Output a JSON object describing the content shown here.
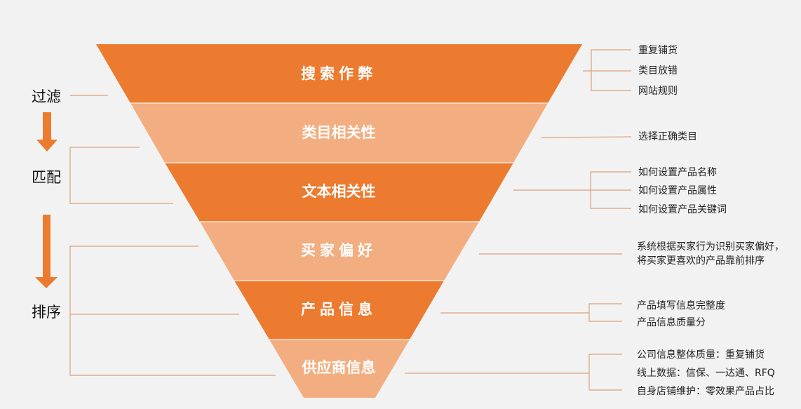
{
  "colors": {
    "background": "#f2f2f2",
    "dark_orange": "#ec7b30",
    "light_orange": "#f2ae80",
    "connector": "#d9a27c",
    "band_text": "#ffffff"
  },
  "funnel": {
    "bands": [
      {
        "label": "搜索作弊",
        "color": "#ec7b30"
      },
      {
        "label": "类目相关性",
        "color": "#f2ae80"
      },
      {
        "label": "文本相关性",
        "color": "#ec7b30"
      },
      {
        "label": "买家偏好",
        "color": "#f2ae80"
      },
      {
        "label": "产品信息",
        "color": "#ec7b30"
      },
      {
        "label": "供应商信息",
        "color": "#f2ae80"
      }
    ]
  },
  "stages": [
    {
      "label": "过滤"
    },
    {
      "label": "匹配"
    },
    {
      "label": "排序"
    }
  ],
  "notes": {
    "cheating": [
      "重复铺货",
      "类目放错",
      "网站规则"
    ],
    "category": [
      "选择正确类目"
    ],
    "text": [
      "如何设置产品名称",
      "如何设置产品属性",
      "如何设置产品关键词"
    ],
    "buyer": [
      "系统根据买家行为识别买家偏好，",
      "将买家更喜欢的产品靠前排序"
    ],
    "product": [
      "产品填写信息完整度",
      "产品信息质量分"
    ],
    "supplier": [
      "公司信息整体质量：重复铺货",
      "线上数据：信保、一达通、RFQ",
      "自身店铺维护：零效果产品占比"
    ]
  }
}
